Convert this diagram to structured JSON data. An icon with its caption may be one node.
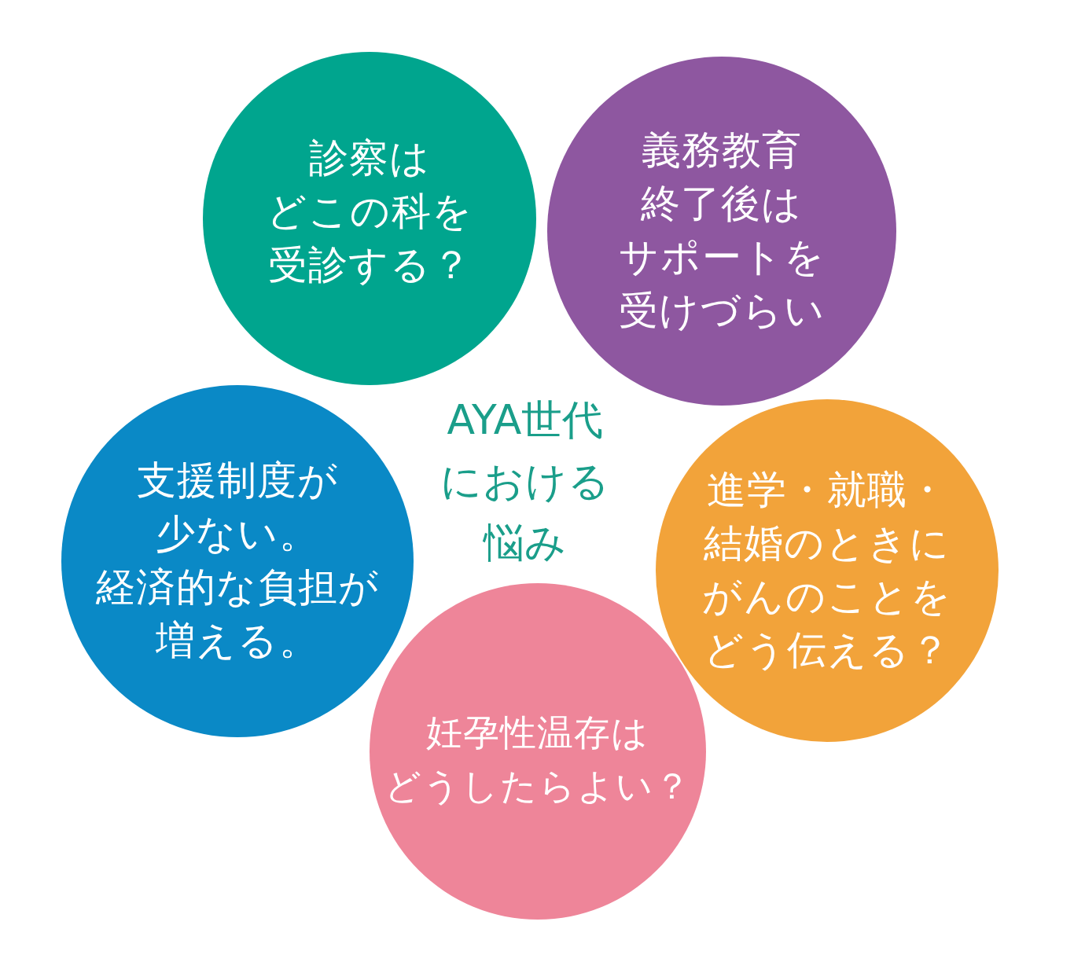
{
  "diagram": {
    "title": "AYA世代における悩み",
    "nodes": [
      {
        "text": [
          "診察はどこの科を受診する？"
        ]
      },
      {
        "text": [
          "義務教育終了後はサポートを受けづらい"
        ]
      },
      {
        "text": [
          "支援制度が少ない。経済的な負担が増える。"
        ]
      },
      {
        "text": [
          "進学・就職・結婚のときにがんのことをどう伝える？"
        ]
      },
      {
        "text": [
          "妊孕性温存はどうしたらよい？"
        ]
      }
    ]
  }
}
